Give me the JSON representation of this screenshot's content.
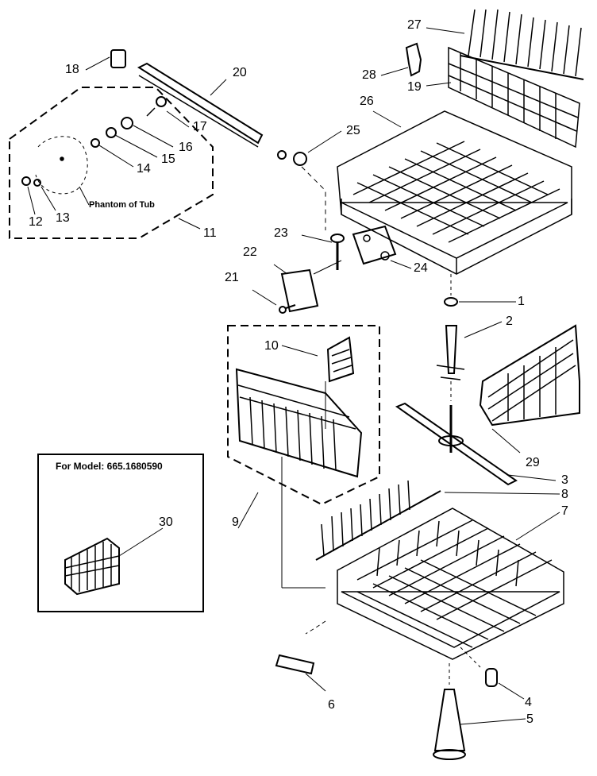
{
  "callouts": {
    "c1": "1",
    "c2": "2",
    "c3": "3",
    "c4": "4",
    "c5": "5",
    "c6": "6",
    "c7": "7",
    "c8": "8",
    "c9": "9",
    "c10": "10",
    "c11": "11",
    "c12": "12",
    "c13": "13",
    "c14": "14",
    "c15": "15",
    "c16": "16",
    "c17": "17",
    "c18": "18",
    "c19": "19",
    "c20": "20",
    "c21": "21",
    "c22": "22",
    "c23": "23",
    "c24": "24",
    "c25": "25",
    "c26": "26",
    "c27": "27",
    "c28": "28",
    "c29": "29",
    "c30": "30"
  },
  "notes": {
    "phantom": "Phantom of Tub",
    "model": "For Model:  665.1680590"
  }
}
